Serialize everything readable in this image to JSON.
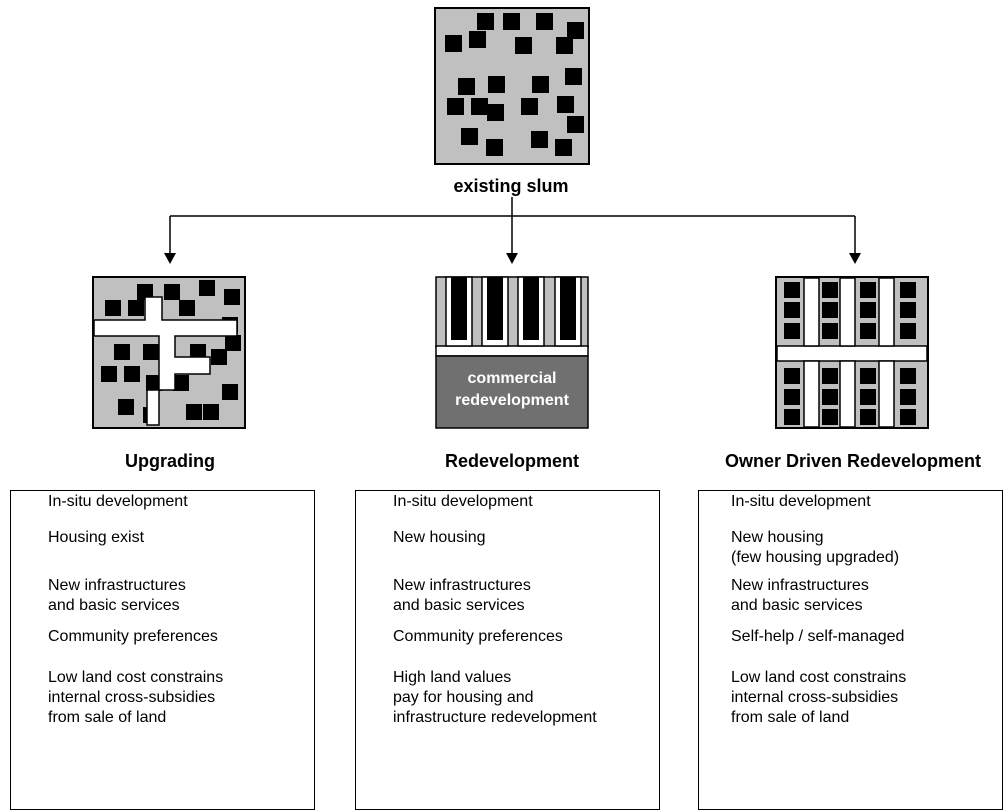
{
  "top": {
    "label": "existing slum"
  },
  "options": [
    {
      "title": "Upgrading",
      "lines": [
        "In-situ development",
        "Housing exist",
        "New infrastructures\nand basic services",
        "Community preferences",
        "Low land cost constrains\ninternal cross-subsidies\nfrom sale of land"
      ]
    },
    {
      "title": "Redevelopment",
      "block_label": "commercial\nredevelopment",
      "lines": [
        "In-situ development",
        "New housing",
        "New infrastructures\nand basic services",
        "Community preferences",
        "High land values\npay for housing and\ninfrastructure redevelopment"
      ]
    },
    {
      "title": "Owner Driven Redevelopment",
      "lines": [
        "In-situ development",
        "New housing\n(few housing upgraded)",
        "New infrastructures\nand basic services",
        "Self-help / self-managed",
        "Low land cost constrains\ninternal cross-subsidies\nfrom sale of land"
      ]
    }
  ],
  "colors": {
    "fill": "#c0c0c0",
    "dark": "#707070",
    "ink": "#000000"
  }
}
